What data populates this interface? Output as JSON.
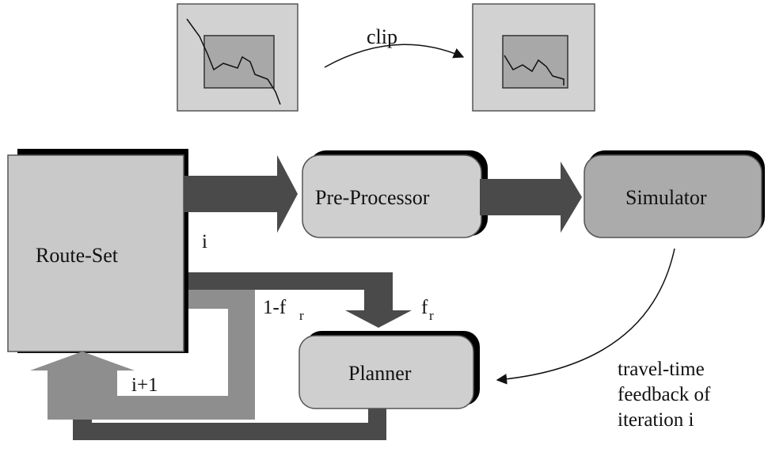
{
  "top": {
    "clip_label": "clip",
    "before_map_icon": "map-with-route-icon",
    "after_map_icon": "clipped-map-icon"
  },
  "boxes": {
    "route_set": "Route-Set",
    "pre_processor": "Pre-Processor",
    "simulator": "Simulator",
    "planner": "Planner"
  },
  "labels": {
    "iteration": "i",
    "next_iteration": "i+1",
    "one_minus_f": "1-f",
    "f": "f",
    "subscript_r": "r"
  },
  "feedback": {
    "line1": "travel-time",
    "line2": "feedback of",
    "line3": "iteration i"
  },
  "colors": {
    "box_light": "#cfcfcf",
    "box_dark": "#a9a9a9",
    "arrow_dark": "#4a4a4a",
    "arrow_mid": "#8e8e8e",
    "shadow": "#000000"
  }
}
